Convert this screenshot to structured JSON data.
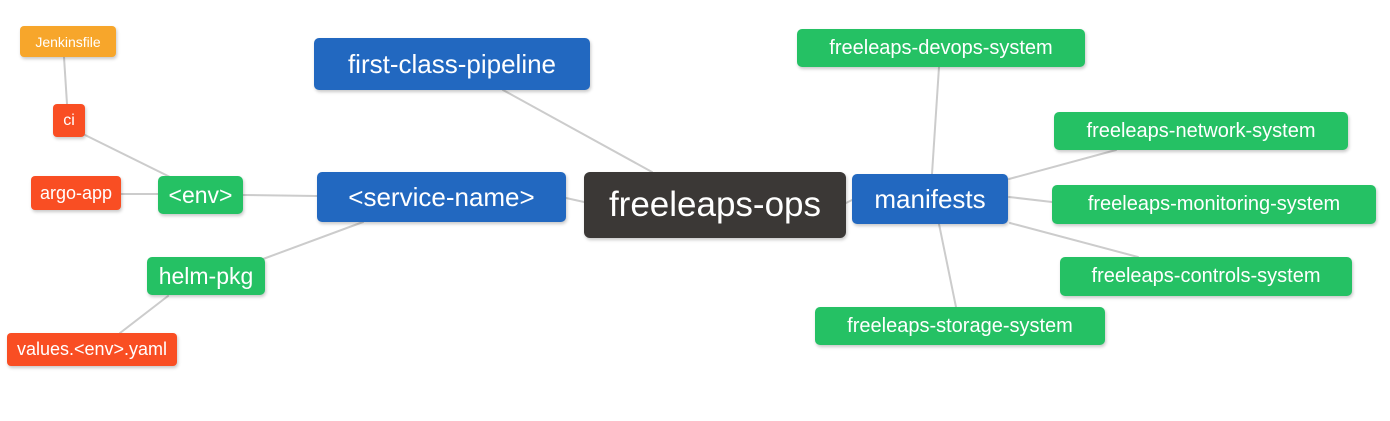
{
  "diagram": {
    "type": "mindmap",
    "root_label": "freeleaps-ops"
  },
  "colors": {
    "canvas_bg": "#FFFFFF",
    "root_bg": "#3B3836",
    "branch_bg": "#2268C0",
    "leaf_green_bg": "#25C164",
    "leaf_red_bg": "#F94E23",
    "leaf_orange_bg": "#F7A62B",
    "edge_line": "#CCCCCC",
    "node_text": "#FFFFFF"
  },
  "nodes": {
    "jenkinsfile": {
      "label": "Jenkinsfile",
      "color": "#F7A62B"
    },
    "ci": {
      "label": "ci",
      "color": "#F94E23"
    },
    "argo_app": {
      "label": "argo-app",
      "color": "#F94E23"
    },
    "env": {
      "label": "<env>",
      "color": "#25C164"
    },
    "helm_pkg": {
      "label": "helm-pkg",
      "color": "#25C164"
    },
    "values_env_yaml": {
      "label": "values.<env>.yaml",
      "color": "#F94E23"
    },
    "first_class_pipeline": {
      "label": "first-class-pipeline",
      "color": "#2268C0"
    },
    "service_name": {
      "label": "<service-name>",
      "color": "#2268C0"
    },
    "freeleaps_ops": {
      "label": "freeleaps-ops",
      "color": "#3B3836"
    },
    "manifests": {
      "label": "manifests",
      "color": "#2268C0"
    },
    "devops_system": {
      "label": "freeleaps-devops-system",
      "color": "#25C164"
    },
    "network_system": {
      "label": "freeleaps-network-system",
      "color": "#25C164"
    },
    "monitoring_system": {
      "label": "freeleaps-monitoring-system",
      "color": "#25C164"
    },
    "controls_system": {
      "label": "freeleaps-controls-system",
      "color": "#25C164"
    },
    "storage_system": {
      "label": "freeleaps-storage-system",
      "color": "#25C164"
    }
  },
  "edges": [
    [
      "Jenkinsfile",
      "ci"
    ],
    [
      "ci",
      "<env>"
    ],
    [
      "argo-app",
      "<env>"
    ],
    [
      "<env>",
      "<service-name>"
    ],
    [
      "helm-pkg",
      "<service-name>"
    ],
    [
      "values.<env>.yaml",
      "helm-pkg"
    ],
    [
      "first-class-pipeline",
      "freeleaps-ops"
    ],
    [
      "<service-name>",
      "freeleaps-ops"
    ],
    [
      "freeleaps-ops",
      "manifests"
    ],
    [
      "manifests",
      "freeleaps-devops-system"
    ],
    [
      "manifests",
      "freeleaps-network-system"
    ],
    [
      "manifests",
      "freeleaps-monitoring-system"
    ],
    [
      "manifests",
      "freeleaps-controls-system"
    ],
    [
      "manifests",
      "freeleaps-storage-system"
    ]
  ]
}
